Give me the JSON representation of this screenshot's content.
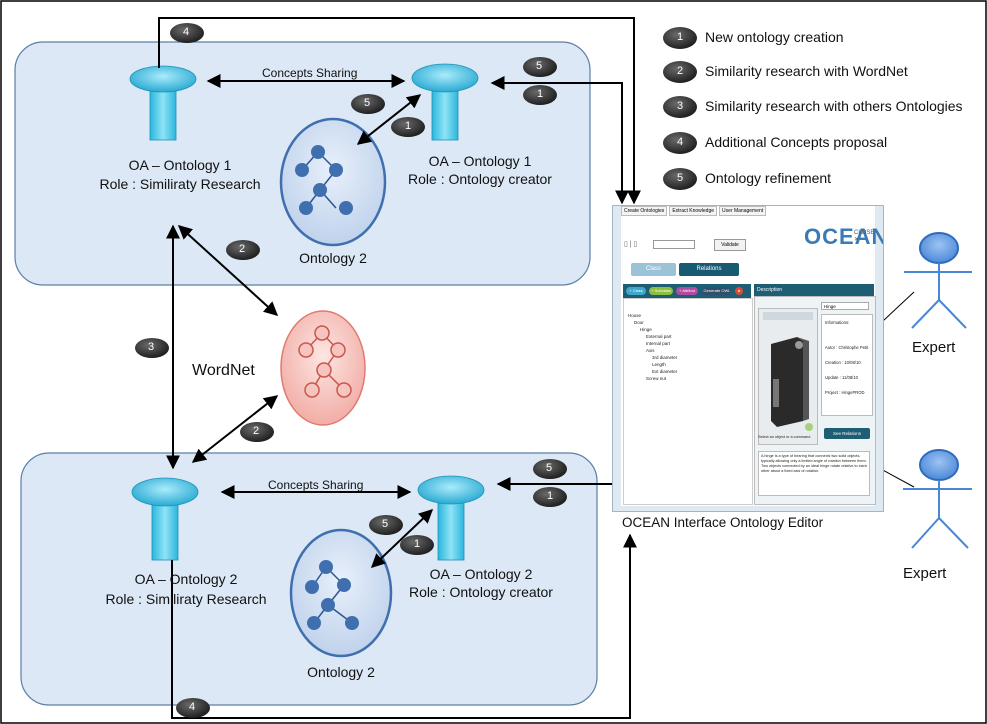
{
  "legend": [
    {
      "num": "1",
      "text": "New ontology creation"
    },
    {
      "num": "2",
      "text": "Similarity research with WordNet"
    },
    {
      "num": "3",
      "text": "Similarity research with others Ontologies"
    },
    {
      "num": "4",
      "text": "Additional Concepts proposal"
    },
    {
      "num": "5",
      "text": "Ontology refinement"
    }
  ],
  "top_group": {
    "concepts_sharing": "Concepts Sharing",
    "left_agent_line1": "OA – Ontology 1",
    "left_agent_line2": "Role : Similiraty Research",
    "right_agent_line1": "OA – Ontology 1",
    "right_agent_line2": "Role : Ontology creator",
    "ontology_label": "Ontology 2"
  },
  "bottom_group": {
    "concepts_sharing": "Concepts Sharing",
    "left_agent_line1": "OA – Ontology 2",
    "left_agent_line2": "Role : Similiraty Research",
    "right_agent_line1": "OA – Ontology 2",
    "right_agent_line2": "Role : Ontology creator",
    "ontology_label": "Ontology 2"
  },
  "wordnet_label": "WordNet",
  "experts": [
    "Expert",
    "Expert"
  ],
  "ocean_caption": "OCEAN Interface Ontology Editor",
  "ocean": {
    "tabs": [
      "Create Ontologies",
      "Extract Knowledge",
      "User Management"
    ],
    "logo": "OCEAN",
    "close": "CLOSE ✕",
    "validate": "Validate",
    "class_btn": "Class",
    "relations_btn": "Relations",
    "toolbar": [
      "+ Class",
      "+ Subclass",
      "+ Attribut",
      "Generate OWL"
    ],
    "description_head": "Description",
    "tree": [
      "House",
      "Door",
      "Hinge",
      "External part",
      "Internal part",
      "Axis",
      "3rd diameter",
      "Length",
      "Ext diameter",
      "Screw nut"
    ],
    "name_field": "Hinge",
    "info_title": "Informations:",
    "info_author": "Autor : Christophe Petit",
    "info_creation": "Creation : 10/08/10",
    "info_update": "Update : 11/08/10",
    "info_project": "Project : HingePROD",
    "see_relations": "See Relations",
    "select_text": "Select an object or a command",
    "definition": "A hinge is a type of bearing that connects two solid objects, typically allowing only a limited angle of rotation between them. Two objects connected by an ideal hinge rotate relative to each other about a fixed axis of rotation."
  },
  "badges": {
    "top_4": "4",
    "top_5a": "5",
    "top_1a": "1",
    "top_5b": "5",
    "top_1b": "1",
    "two_a": "2",
    "two_b": "2",
    "three": "3",
    "bot_5a": "5",
    "bot_1a": "1",
    "bot_5b": "5",
    "bot_1b": "1",
    "bot_4": "4"
  },
  "colors": {
    "group_fill": "#dce8f5",
    "group_stroke": "#5b7fa6",
    "agent_cyan": "#4cc9e8",
    "ontology_blue": "#3f6fae",
    "wordnet_red": "#f3b4ae",
    "expert_blue": "#4a86d6"
  }
}
